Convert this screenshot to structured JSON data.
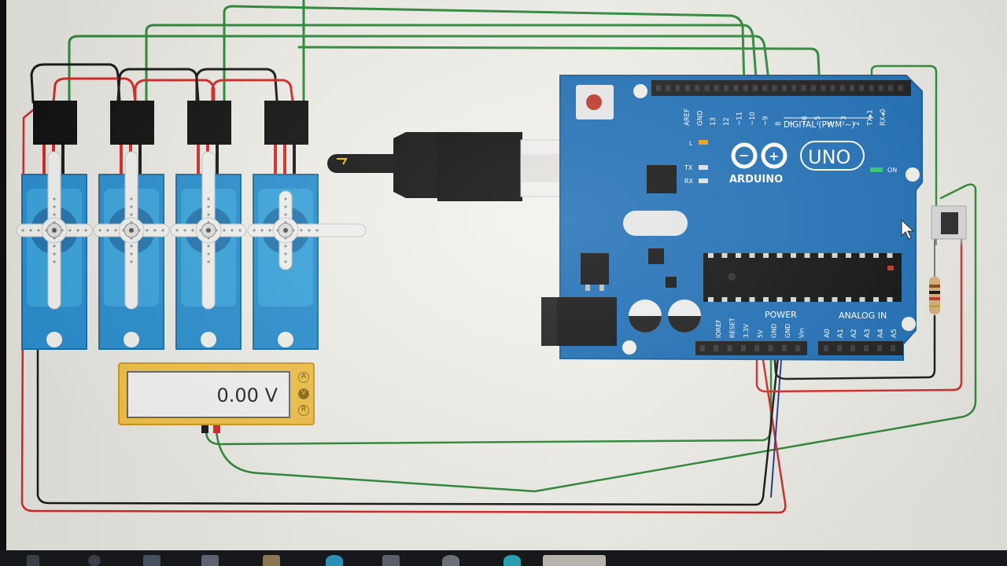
{
  "multimeter": {
    "reading": "0.00 V",
    "terminals": [
      "A",
      "V",
      "R"
    ]
  },
  "arduino": {
    "brand": "ARDUINO",
    "model": "UNO",
    "digital_label": "DIGITAL (PWM ~)",
    "digital_pins": [
      "AREF",
      "GND",
      "13",
      "12",
      "~11",
      "~10",
      "~9",
      "8",
      "7",
      "~6",
      "~5",
      "4",
      "~3",
      "2",
      "TX▸1",
      "RX◂0"
    ],
    "leds": [
      "L",
      "TX",
      "RX"
    ],
    "on_label": "ON",
    "power_label": "POWER",
    "power_pins": [
      "IOREF",
      "RESET",
      "3.3V",
      "5V",
      "GND",
      "GND",
      "Vin"
    ],
    "analog_label": "ANALOG IN",
    "analog_pins": [
      "A0",
      "A1",
      "A2",
      "A3",
      "A4",
      "A5"
    ]
  },
  "colors": {
    "board": "#1f6fb6",
    "board_dark": "#175d9c",
    "servo": "#2b8fcf",
    "wire_green": "#2e8b3a",
    "wire_red": "#d62a2a",
    "wire_black": "#1a1a1a",
    "wire_blue": "#283a8a",
    "multimeter": "#f2c24a"
  },
  "components": {
    "servos": 4,
    "button_icon": "pushbutton-icon",
    "resistor_icon": "resistor-icon",
    "usb_icon": "usb-cable-icon",
    "cursor_icon": "mouse-cursor-icon"
  }
}
